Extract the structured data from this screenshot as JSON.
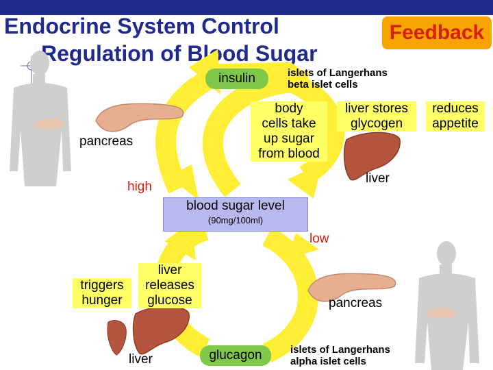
{
  "title": {
    "line1": "Endocrine System Control",
    "line2": "Regulation of Blood Sugar",
    "badge": "Feedback"
  },
  "top_loop": {
    "hormone": "insulin",
    "gland_cells": "islets of Langerhans\nbeta islet cells",
    "organ": "pancreas",
    "effect_body": "body\ncells take\nup sugar\nfrom blood",
    "effect_liver": "liver stores\nglycogen",
    "effect_appetite": "reduces\nappetite",
    "liver_label": "liver",
    "trigger": "high"
  },
  "center": {
    "label": "blood sugar level",
    "value": "(90mg/100ml)"
  },
  "bottom_loop": {
    "trigger": "low",
    "effect_liver": "liver\nreleases\nglucose",
    "effect_hunger": "triggers\nhunger",
    "organ": "pancreas",
    "liver_label": "liver",
    "hormone": "glucagon",
    "gland_cells": "islets of Langerhans\nalpha islet cells"
  },
  "colors": {
    "title": "#1f2a8c",
    "badge_bg": "#f7a300",
    "badge_text": "#d52010",
    "arrow": "#ffee33",
    "hormone_box": "#7fc84a",
    "level_box": "#b9b9f0",
    "effect_box": "#ffff66",
    "trigger_text": "#d52010"
  }
}
